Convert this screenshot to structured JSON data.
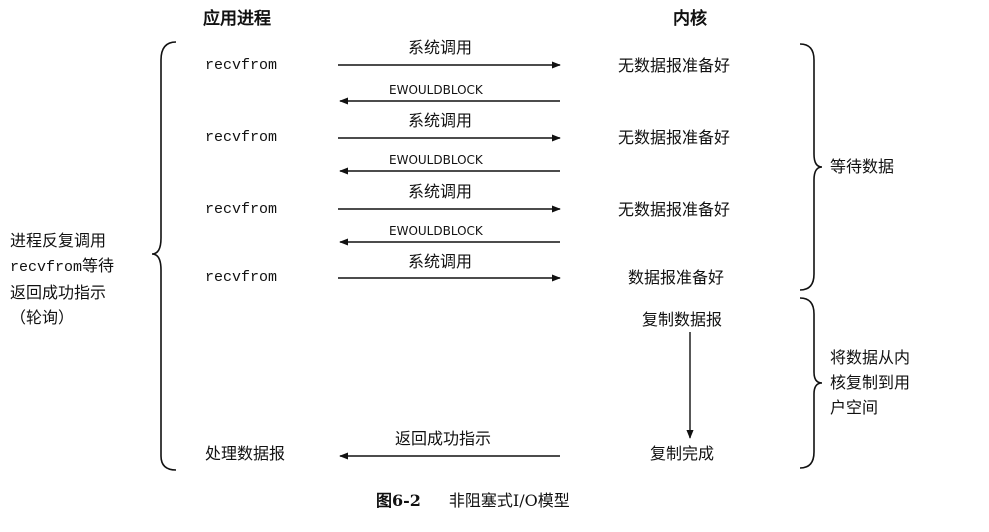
{
  "headers": {
    "app": "应用进程",
    "kernel": "内核"
  },
  "app_side": {
    "calls": [
      "recvfrom",
      "recvfrom",
      "recvfrom",
      "recvfrom"
    ],
    "process": "处理数据报"
  },
  "messages": {
    "syscall": [
      "系统调用",
      "系统调用",
      "系统调用",
      "系统调用"
    ],
    "ewouldblock": [
      "EWOULDBLOCK",
      "EWOULDBLOCK",
      "EWOULDBLOCK"
    ],
    "return_success": "返回成功指示"
  },
  "kernel_side": {
    "states": [
      "无数据报准备好",
      "无数据报准备好",
      "无数据报准备好",
      "数据报准备好"
    ],
    "copy_start": "复制数据报",
    "copy_done": "复制完成"
  },
  "left_note": {
    "line1": "进程反复调用",
    "line2_code": "recvfrom",
    "line2_text": "等待",
    "line3": "返回成功指示",
    "line4": "（轮询）"
  },
  "right_notes": {
    "wait": "等待数据",
    "copy_lines": [
      "将数据从内",
      "核复制到用",
      "户空间"
    ]
  },
  "caption": {
    "number": "图6-2",
    "title": "非阻塞式I/O模型"
  }
}
